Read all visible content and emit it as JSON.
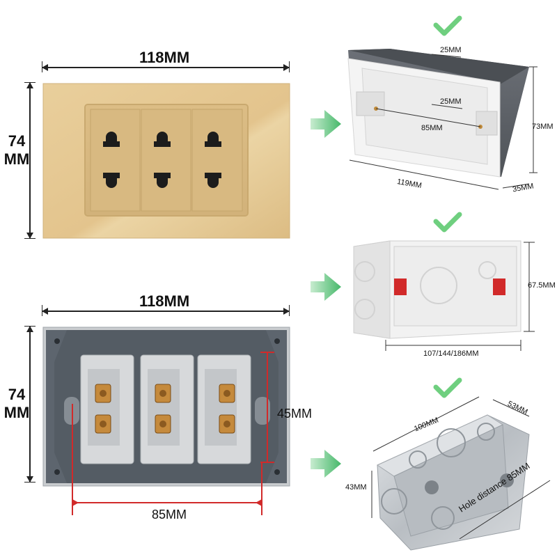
{
  "top_panel": {
    "width_label": "118MM",
    "height_label_line1": "74",
    "height_label_line2": "MM"
  },
  "bottom_panel": {
    "width_label": "118MM",
    "height_label_line1": "74",
    "height_label_line2": "MM",
    "vertical_spacing_label": "45MM",
    "hole_distance_label": "85MM"
  },
  "box1": {
    "top_slot_label": "25MM",
    "inner_slot_label": "25MM",
    "hole_distance_label": "85MM",
    "height_label": "73MM",
    "width_label": "119MM",
    "depth_label": "35MM"
  },
  "box2": {
    "height_label": "67.5MM",
    "width_label": "107/144/186MM"
  },
  "box3": {
    "width_label": "100MM",
    "depth_label": "53MM",
    "height_label": "43MM",
    "hole_distance_label": "Hole distance 85MM"
  },
  "colors": {
    "gold_panel": "#e4c690",
    "gold_socket": "#d9ba82",
    "back_plate": "#5e6770",
    "white_box": "#f6f6f6",
    "grey_box_side": "#5c6066",
    "metal_box": "#c8ccd0",
    "green_arrow": "#5ec27a",
    "check_green": "#6fcf7f",
    "red_mark": "#d12a2a"
  }
}
